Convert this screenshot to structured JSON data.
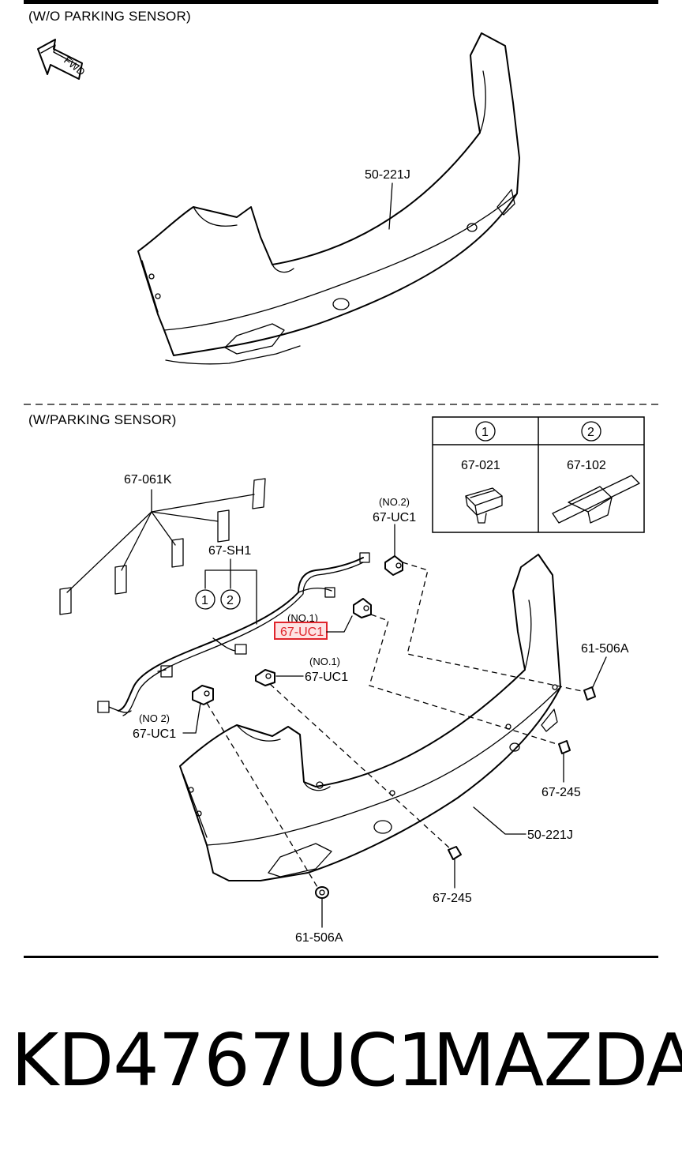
{
  "sections": {
    "top": {
      "title": "(W/O PARKING SENSOR)"
    },
    "bottom": {
      "title": "(W/PARKING SENSOR)"
    }
  },
  "fwd": {
    "label": "FWD"
  },
  "legend": {
    "headers": [
      "1",
      "2"
    ],
    "parts": [
      "67-021",
      "67-102"
    ]
  },
  "callouts": {
    "top_bumper": "50-221J",
    "harness_set": "67-061K",
    "sensor_harness": "67-SH1",
    "group_1": "1",
    "group_2": "2",
    "no2_top_tag": "(NO.2)",
    "no2_top_part": "67-UC1",
    "no1_highlight_tag": "(NO.1)",
    "no1_highlight_part": "67-UC1",
    "no1_mid_tag": "(NO.1)",
    "no1_mid_part": "67-UC1",
    "no2_left_tag": "(NO 2)",
    "no2_left_part": "67-UC1",
    "retainer_right": "61-506A",
    "clip_right": "67-245",
    "bottom_bumper": "50-221J",
    "clip_bottom": "67-245",
    "retainer_bottom": "61-506A"
  },
  "caption": {
    "part_number": "KD4767UC1",
    "brand": "MAZDA"
  },
  "colors": {
    "line": "#000000",
    "highlight": "#e0242c",
    "highlight_fill": "#fde3e4"
  }
}
